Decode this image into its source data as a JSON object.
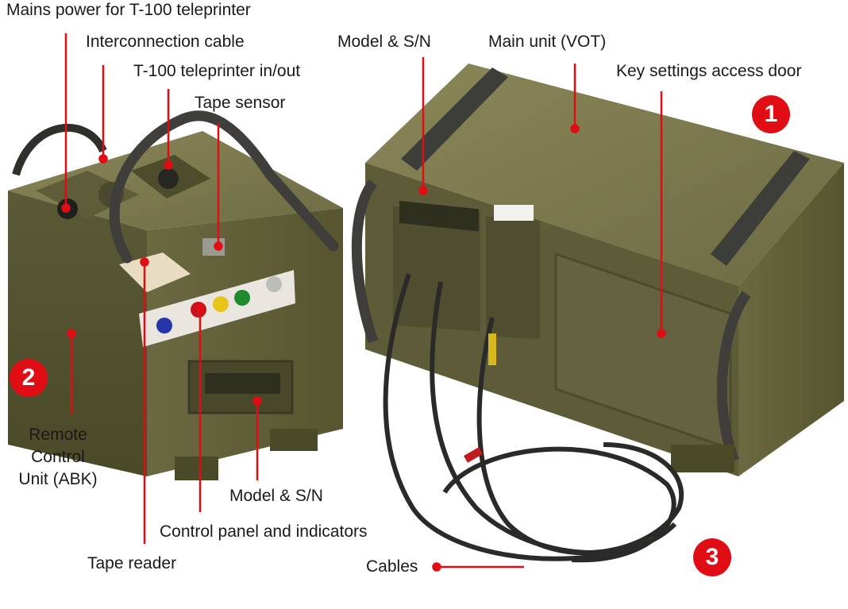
{
  "labels": {
    "mains_power": "Mains power for T-100 teleprinter",
    "interconnection_cable": "Interconnection cable",
    "teleprinter_io": "T-100 teleprinter in/out",
    "tape_sensor": "Tape sensor",
    "model_sn_top": "Model & S/N",
    "main_unit": "Main unit (VOT)",
    "key_settings": "Key settings access door",
    "remote_line1": "Remote",
    "remote_line2": "Control",
    "remote_line3": "Unit (ABK)",
    "model_sn_bottom": "Model & S/N",
    "control_panel": "Control panel and indicators",
    "tape_reader": "Tape reader",
    "cables": "Cables"
  },
  "badges": {
    "b1": "1",
    "b2": "2",
    "b3": "3"
  },
  "colors": {
    "olive": "#6f6d45",
    "olive_dark": "#4f4e30",
    "olive_light": "#8a8758",
    "marker_red": "#e10d14",
    "panel_white": "#e9e6df",
    "rubber": "#3d3d3a"
  }
}
